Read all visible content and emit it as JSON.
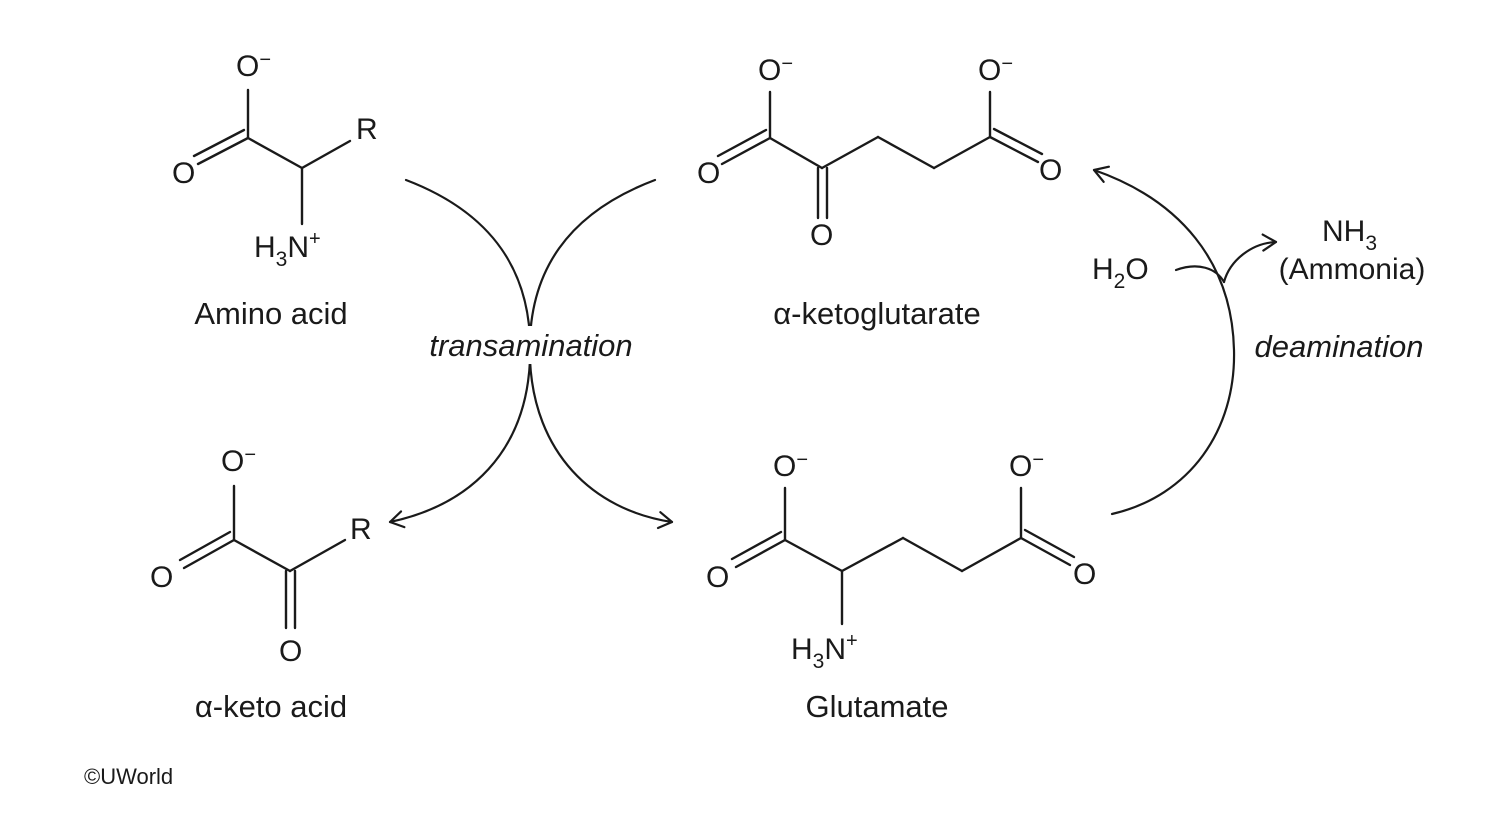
{
  "colors": {
    "black": "#1a1a1a",
    "red": "#c8202e",
    "blue": "#2f7fc1",
    "background": "#ffffff"
  },
  "molecules": {
    "amino_acid": {
      "name": "Amino acid",
      "o_minus": "O",
      "o_minus_charge": "−",
      "o_double": "O",
      "r_group": "R",
      "amine": {
        "h": "H",
        "sub": "3",
        "n": "N",
        "charge": "+"
      }
    },
    "alpha_ketoglutarate": {
      "name": "α-ketoglutarate",
      "o_minus_left": "O",
      "o_minus_left_charge": "−",
      "o_minus_right": "O",
      "o_minus_right_charge": "−",
      "o_double_left": "O",
      "o_double_right": "O",
      "keto_o": "O"
    },
    "alpha_keto_acid": {
      "name": "α-keto acid",
      "o_minus": "O",
      "o_minus_charge": "−",
      "o_double": "O",
      "r_group": "R",
      "keto_o": "O"
    },
    "glutamate": {
      "name": "Glutamate",
      "o_minus_left": "O",
      "o_minus_left_charge": "−",
      "o_minus_right": "O",
      "o_minus_right_charge": "−",
      "o_double_left": "O",
      "o_double_right": "O",
      "amine": {
        "h": "H",
        "sub": "3",
        "n": "N",
        "charge": "+"
      }
    }
  },
  "reactions": {
    "transamination": "transamination",
    "deamination": "deamination"
  },
  "reagents": {
    "water": {
      "h": "H",
      "sub": "2",
      "o": "O"
    },
    "ammonia": {
      "nh": "NH",
      "sub": "3",
      "name": "(Ammonia)"
    }
  },
  "copyright": "©UWorld"
}
